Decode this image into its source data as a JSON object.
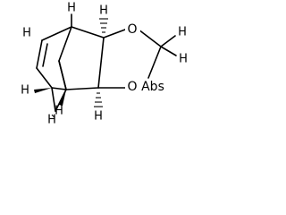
{
  "molecule": {
    "atoms": {
      "O_top": "O",
      "O_bottom": "O",
      "abs_marker": "Abs"
    },
    "hydrogens": {
      "h_top_center": "H",
      "h_top_right": "H",
      "h_left_alkene": "H",
      "h_left_low": "H",
      "h_bottom_left": "H",
      "h_bottom_center": "H",
      "h_bottom_right": "H",
      "h_right_ch2_a": "H",
      "h_right_ch2_b": "H"
    }
  }
}
